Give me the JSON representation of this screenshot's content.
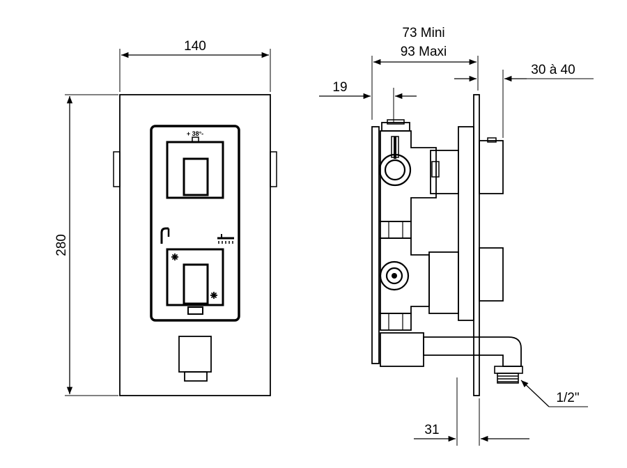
{
  "front_view": {
    "width_label": "140",
    "height_label": "280",
    "temp_label": "+ 38°-"
  },
  "side_view": {
    "depth_min_label": "73 Mini",
    "depth_max_label": "93 Maxi",
    "offset_label": "19",
    "wall_label": "30 à 40",
    "outlet_label": "1/2\"",
    "bottom_label": "31"
  }
}
